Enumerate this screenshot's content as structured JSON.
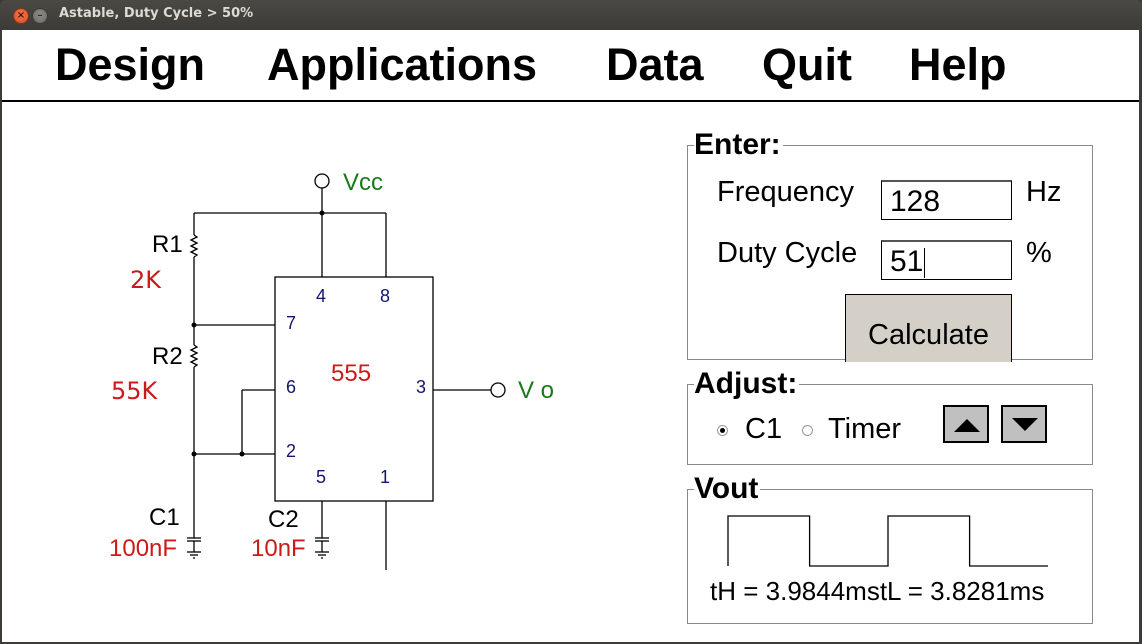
{
  "window": {
    "title": "Astable, Duty Cycle > 50%",
    "close_glyph": "×",
    "minimize_glyph": "–"
  },
  "menu": {
    "items": [
      {
        "label": "Design"
      },
      {
        "label": "Applications"
      },
      {
        "label": "Data"
      },
      {
        "label": "Quit"
      },
      {
        "label": "Help"
      }
    ]
  },
  "schematic": {
    "vcc_label": "Vcc",
    "vo_label": "V o",
    "ic_label": "555",
    "pins": {
      "p1": "1",
      "p2": "2",
      "p3": "3",
      "p4": "4",
      "p5": "5",
      "p6": "6",
      "p7": "7",
      "p8": "8"
    },
    "r1": {
      "name": "R1",
      "value": "2K"
    },
    "r2": {
      "name": "R2",
      "value": "55K"
    },
    "c1": {
      "name": "C1",
      "value": "100nF"
    },
    "c2": {
      "name": "C2",
      "value": "10nF"
    },
    "colors": {
      "label": "#000000",
      "value": "#cc1a1a",
      "supply": "#1a7a1a",
      "pin": "#14146e"
    }
  },
  "enter": {
    "title": "Enter:",
    "frequency_label": "Frequency",
    "frequency_value": "128",
    "frequency_unit": "Hz",
    "duty_label": "Duty Cycle",
    "duty_value": "51",
    "duty_unit": "%",
    "calculate_label": "Calculate"
  },
  "adjust": {
    "title": "Adjust:",
    "options": [
      {
        "label": "C1",
        "selected": true
      },
      {
        "label": "Timer",
        "selected": false
      }
    ],
    "up_icon": "arrow-up",
    "down_icon": "arrow-down"
  },
  "vout": {
    "title": "Vout",
    "result_text": "tH = 3.9844mstL = 3.8281ms",
    "th_ms": 3.9844,
    "tl_ms": 3.8281
  }
}
